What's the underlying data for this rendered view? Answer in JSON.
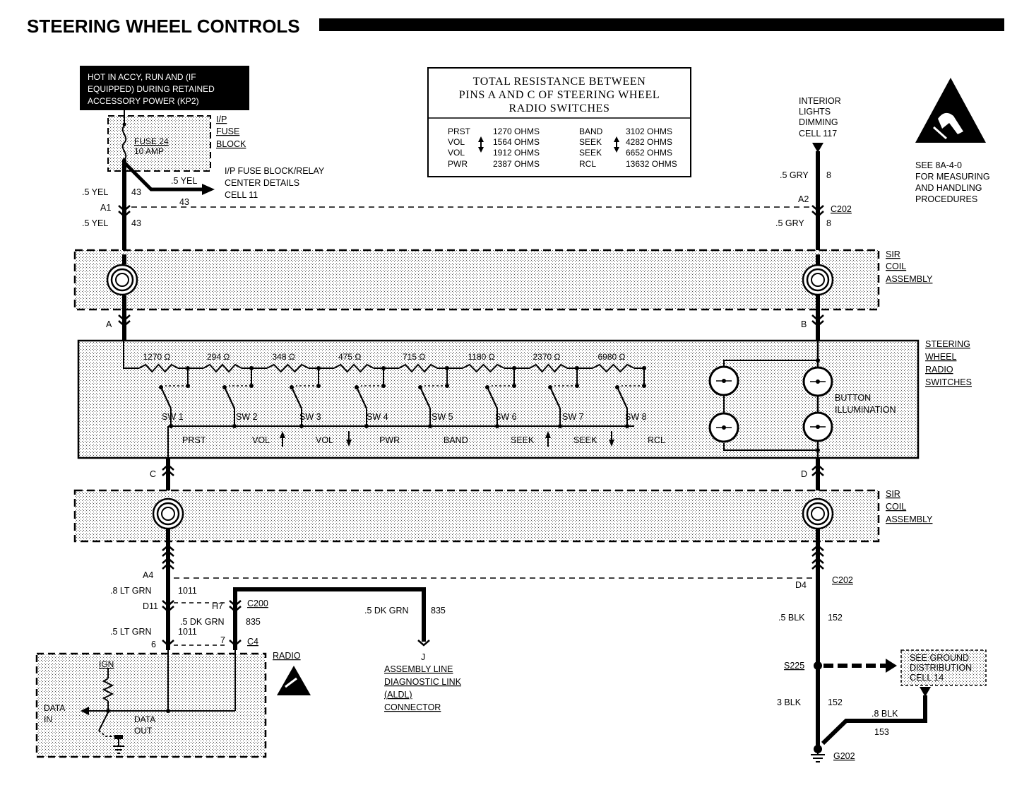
{
  "title": "STEERING WHEEL CONTROLS",
  "hot_note": [
    "HOT IN ACCY, RUN AND (IF",
    "EQUIPPED) DURING RETAINED",
    "ACCESSORY POWER (KP2)"
  ],
  "fuse_block": {
    "label": [
      "I/P",
      "FUSE",
      "BLOCK"
    ],
    "fuse": [
      "FUSE 24",
      "10 AMP"
    ],
    "branch_wire": ".5 YEL",
    "branch_circuit": "43",
    "ref": [
      "I/P FUSE BLOCK/RELAY",
      "CENTER DETAILS",
      "CELL 11"
    ]
  },
  "resistance_table": {
    "title": [
      "TOTAL RESISTANCE BETWEEN",
      "PINS A AND C OF STEERING WHEEL",
      "RADIO SWITCHES"
    ],
    "rows": [
      {
        "a": "PRST",
        "av": "1270 OHMS",
        "b": "BAND",
        "bv": "3102 OHMS"
      },
      {
        "a": "VOL",
        "av": "1564 OHMS",
        "b": "SEEK",
        "bv": "4282 OHMS"
      },
      {
        "a": "VOL",
        "av": "1912 OHMS",
        "b": "SEEK",
        "bv": "6652 OHMS"
      },
      {
        "a": "PWR",
        "av": "2387 OHMS",
        "b": "RCL",
        "bv": "13632 OHMS"
      }
    ]
  },
  "dimming": [
    "INTERIOR",
    "LIGHTS",
    "DIMMING",
    "CELL 117"
  ],
  "esd_note": [
    "SEE 8A-4-0",
    "FOR MEASURING",
    "AND HANDLING",
    "PROCEDURES"
  ],
  "wires": {
    "yel_top_wire": ".5 YEL",
    "yel_top_circuit": "43",
    "a1": "A1",
    "dash_circuit": "43",
    "yel_bot_wire": ".5 YEL",
    "yel_bot_circuit": "43",
    "gry_top_wire": ".5 GRY",
    "gry_top_circuit": "8",
    "a2": "A2",
    "c202": "C202",
    "gry_bot_wire": ".5 GRY",
    "gry_bot_circuit": "8"
  },
  "sir_coil": [
    "SIR",
    "COIL",
    "ASSEMBLY"
  ],
  "sir_coil_2": [
    "SIR",
    "COIL",
    "ASSEMBLY"
  ],
  "pins": {
    "a": "A",
    "b": "B",
    "c": "C",
    "d": "D"
  },
  "switch_assembly": {
    "label": [
      "STEERING",
      "WHEEL",
      "RADIO",
      "SWITCHES"
    ],
    "resistors": [
      "1270 Ω",
      "294 Ω",
      "348 Ω",
      "475 Ω",
      "715 Ω",
      "1180 Ω",
      "2370 Ω",
      "6980 Ω"
    ],
    "switches": [
      "SW 1",
      "SW 2",
      "SW 3",
      "SW 4",
      "SW 5",
      "SW 6",
      "SW 7",
      "SW 8"
    ],
    "functions": [
      "PRST",
      "VOL",
      "VOL",
      "PWR",
      "BAND",
      "SEEK",
      "SEEK",
      "RCL"
    ],
    "illumination": [
      "BUTTON",
      "ILLUMINATION"
    ]
  },
  "lower": {
    "a4": "A4",
    "lt_grn_wire": ".8 LT GRN",
    "lt_grn_circuit": "1011",
    "d11": "D11",
    "h7": "H7",
    "c200": "C200",
    "dk_grn_wire": ".5 DK GRN",
    "dk_grn_circuit": "835",
    "lt_grn2_wire": ".5 LT GRN",
    "lt_grn2_circuit": "1011",
    "pin6": "6",
    "pin7": "7",
    "c4": "C4",
    "aldl_wire": ".5 DK GRN",
    "aldl_circuit": "835",
    "aldl_pin": "J",
    "aldl": [
      "ASSEMBLY LINE",
      "DIAGNOSTIC LINK",
      "(ALDL)",
      "CONNECTOR"
    ],
    "d4": "D4",
    "c202": "C202",
    "blk_wire": ".5 BLK",
    "blk_circuit": "152",
    "s225": "S225",
    "gd_ref": [
      "SEE GROUND",
      "DISTRIBUTION",
      "CELL 14"
    ],
    "blk3_wire": "3 BLK",
    "blk3_circuit": "152",
    "blk8_wire": ".8 BLK",
    "blk8_circuit": "153",
    "g202": "G202"
  },
  "radio": {
    "label": "RADIO",
    "ign": "IGN",
    "data_in": [
      "DATA",
      "IN"
    ],
    "data_out": [
      "DATA",
      "OUT"
    ]
  }
}
